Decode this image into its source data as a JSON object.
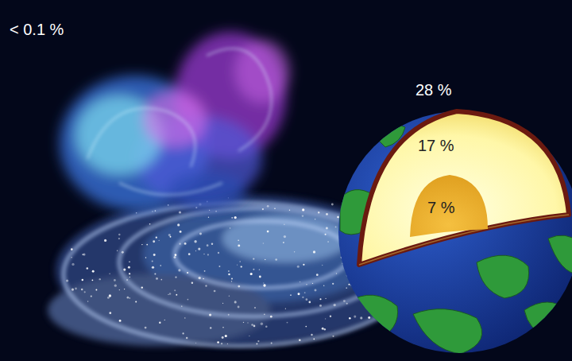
{
  "diagram": {
    "labels": [
      "< 0.1 %",
      "28 %",
      "17 %",
      "7 %"
    ]
  }
}
